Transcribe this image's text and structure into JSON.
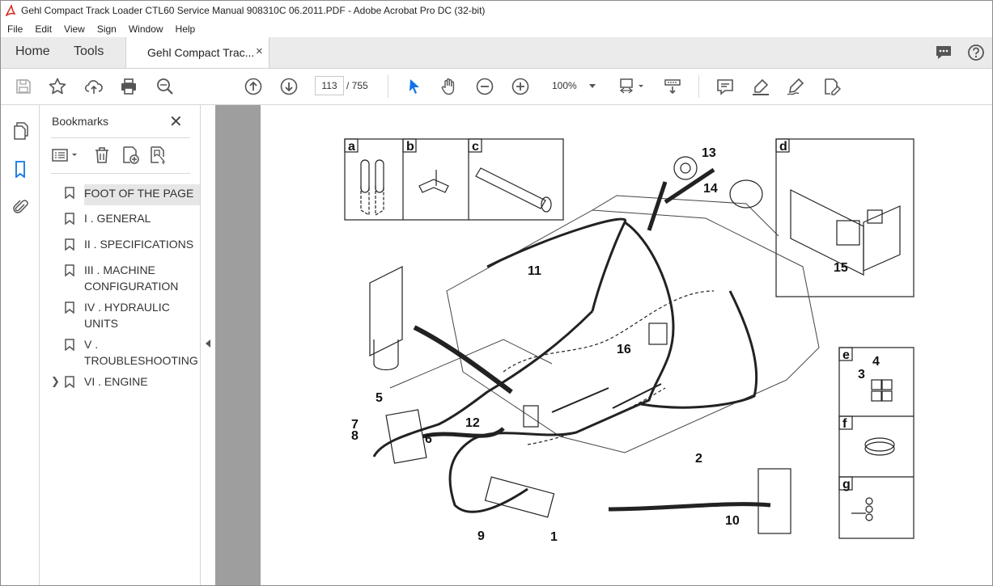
{
  "window": {
    "title": "Gehl Compact Track Loader CTL60 Service Manual 908310C 06.2011.PDF - Adobe Acrobat Pro DC (32-bit)"
  },
  "menu": [
    "File",
    "Edit",
    "View",
    "Sign",
    "Window",
    "Help"
  ],
  "tabs": {
    "home": "Home",
    "tools": "Tools",
    "document": "Gehl Compact Trac...",
    "close": "×"
  },
  "toolbar": {
    "page_current": "113",
    "page_total": "/  755",
    "zoom": "100%"
  },
  "bookmarks": {
    "title": "Bookmarks",
    "close": "✕",
    "items": [
      {
        "label": "FOOT OF THE PAGE",
        "selected": true
      },
      {
        "label": "I . GENERAL"
      },
      {
        "label": "II . SPECIFICATIONS"
      },
      {
        "label": "III . MACHINE CONFIGURATION"
      },
      {
        "label": "IV . HYDRAULIC UNITS"
      },
      {
        "label": "V . TROUBLESHOOTING"
      },
      {
        "label": "VI . ENGINE",
        "expandable": true
      }
    ]
  },
  "diagram": {
    "callouts": [
      "a",
      "b",
      "c",
      "d",
      "e",
      "f",
      "g",
      "1",
      "2",
      "3",
      "4",
      "5",
      "6",
      "7",
      "8",
      "9",
      "10",
      "11",
      "12",
      "13",
      "14",
      "15",
      "16"
    ]
  },
  "colors": {
    "accent": "#1473e6",
    "tabbar": "#ebebeb",
    "viewer_bg": "#9e9e9e",
    "acrobat_red": "#d9241c"
  },
  "icons": [
    "acrobat-icon",
    "comment-icon",
    "help-icon",
    "save-icon",
    "star-icon",
    "upload-icon",
    "print-icon",
    "zoom-search-icon",
    "page-up-icon",
    "page-down-icon",
    "select-pointer-icon",
    "hand-icon",
    "zoom-out-icon",
    "zoom-in-icon",
    "fit-page-icon",
    "scroll-mode-icon",
    "comment-tool-icon",
    "highlight-icon",
    "sign-icon",
    "edit-pdf-icon",
    "pages-icon",
    "bookmark-icon",
    "attachment-icon",
    "options-icon",
    "delete-icon",
    "new-bookmark-icon",
    "find-bookmark-icon"
  ]
}
